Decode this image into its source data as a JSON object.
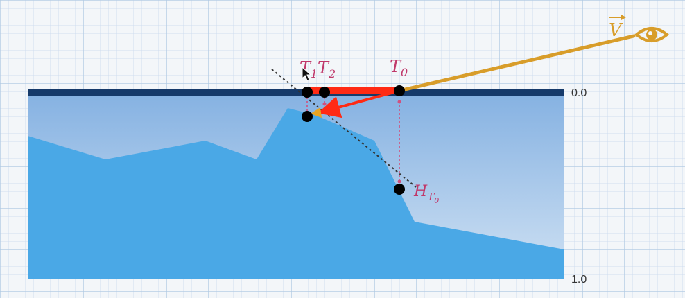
{
  "labels": {
    "view_vector": "V",
    "t0": "T",
    "t0_sub": "0",
    "t1": "T",
    "t1_sub": "1",
    "t2": "T",
    "t2_sub": "2",
    "h": "H",
    "h_sub": "T",
    "h_subsub": "0",
    "axis_top": "0.0",
    "axis_bottom": "1.0"
  },
  "colors": {
    "surface": "#163a6a",
    "height_field": "#4aa8e6",
    "depth_gradient_top": "#86b2e2",
    "depth_gradient_bottom": "#c8ddf2",
    "view_ray": "#d89d2a",
    "step_vectors": "#ff2a14",
    "labels": "#c0386a",
    "points": "#000000"
  },
  "icons": [
    "eye-icon",
    "mouse-cursor-icon"
  ]
}
